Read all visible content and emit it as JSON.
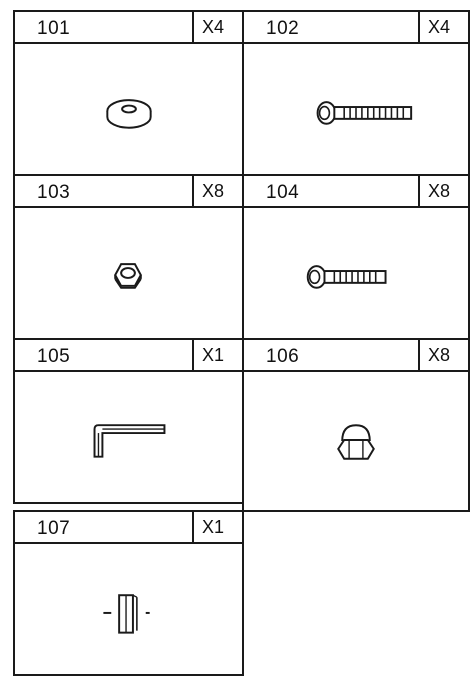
{
  "parts": [
    {
      "number": "101",
      "quantity": "X4",
      "icon": "washer-icon"
    },
    {
      "number": "102",
      "quantity": "X4",
      "icon": "long-bolt-icon"
    },
    {
      "number": "103",
      "quantity": "X8",
      "icon": "hex-nut-icon"
    },
    {
      "number": "104",
      "quantity": "X8",
      "icon": "short-bolt-icon"
    },
    {
      "number": "105",
      "quantity": "X1",
      "icon": "allen-key-icon"
    },
    {
      "number": "106",
      "quantity": "X8",
      "icon": "cap-nut-icon"
    },
    {
      "number": "107",
      "quantity": "X1",
      "icon": "hex-tool-icon"
    }
  ],
  "colors": {
    "line": "#1a1a1a",
    "background": "#ffffff"
  }
}
